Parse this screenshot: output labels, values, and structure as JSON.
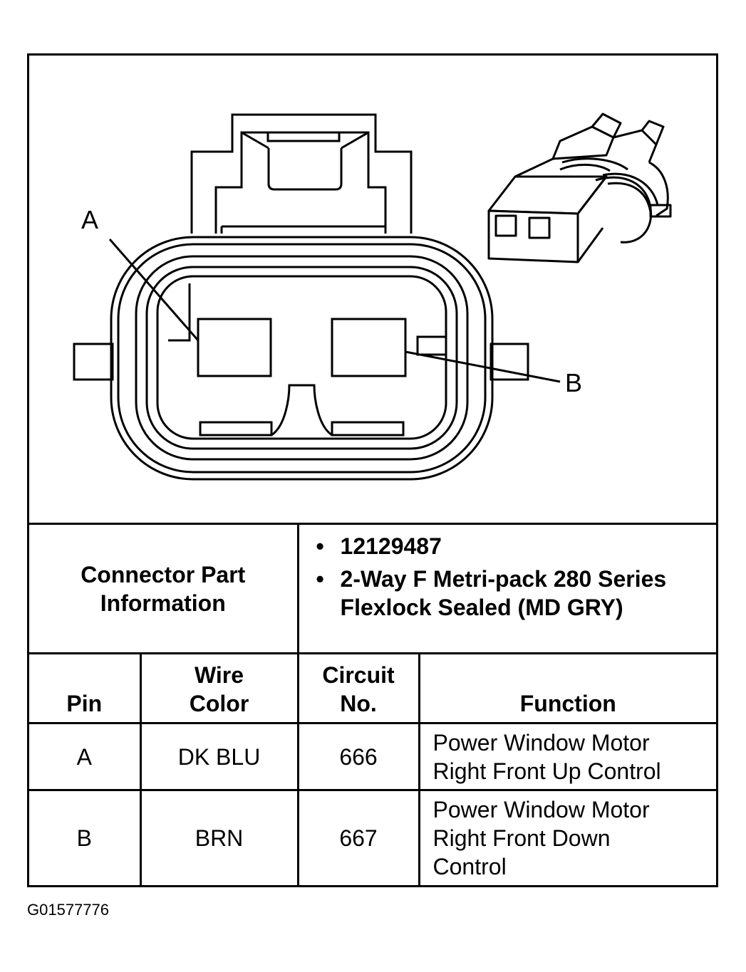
{
  "diagram": {
    "label_a": "A",
    "label_b": "B"
  },
  "part_info": {
    "heading": "Connector Part Information",
    "bullets": [
      "12129487",
      "2-Way F Metri-pack 280 Series Flexlock Sealed (MD GRY)"
    ]
  },
  "pin_table": {
    "headers": [
      "Pin",
      "Wire Color",
      "Circuit No.",
      "Function"
    ],
    "rows": [
      {
        "pin": "A",
        "wire_color": "DK BLU",
        "circuit": "666",
        "function": "Power Window Motor Right Front Up Control"
      },
      {
        "pin": "B",
        "wire_color": "BRN",
        "circuit": "667",
        "function": "Power Window Motor Right Front Down Control"
      }
    ]
  },
  "figure_id": "G01577776"
}
